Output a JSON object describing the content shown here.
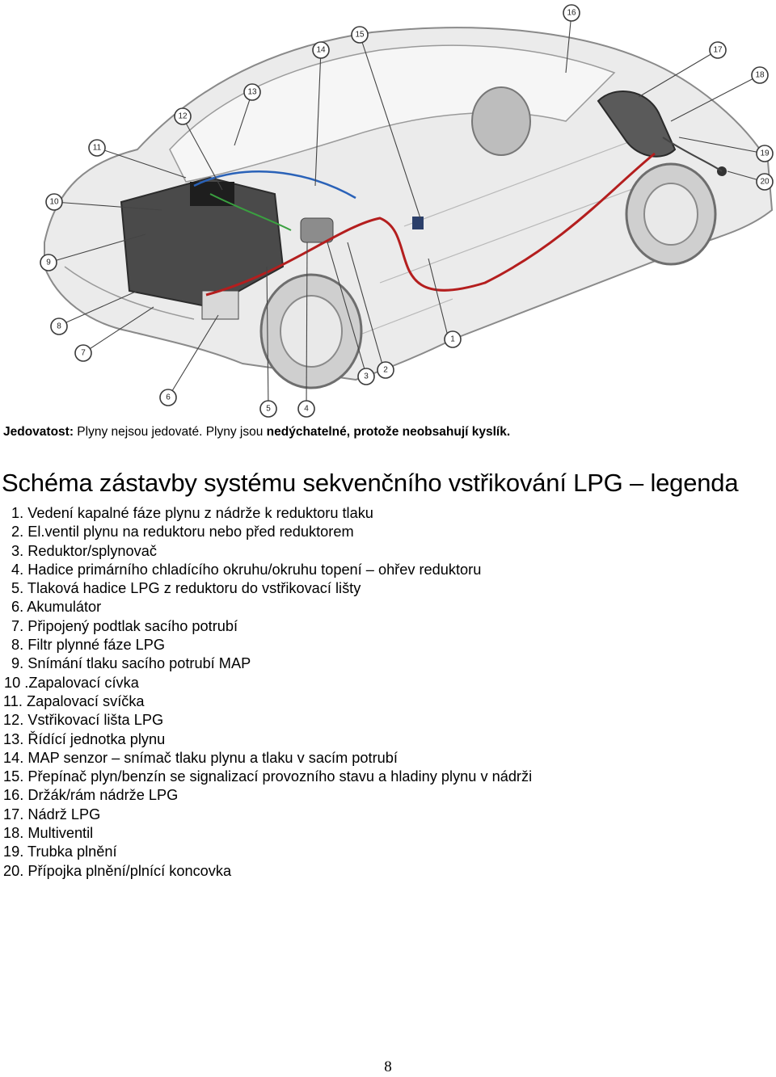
{
  "figure": {
    "callouts": [
      "1",
      "2",
      "3",
      "4",
      "5",
      "6",
      "7",
      "8",
      "9",
      "10",
      "11",
      "12",
      "13",
      "14",
      "15",
      "16",
      "17",
      "18",
      "19",
      "20"
    ]
  },
  "toxicity": {
    "label": "Jedovatost:",
    "text1": " Plyny nejsou jedovaté. Plyny jsou ",
    "bold": "nedýchatelné, protože neobsahují kyslík."
  },
  "heading": "Schéma zástavby systému sekvenčního vstřikování LPG – legenda",
  "legend": [
    "1. Vedení kapalné fáze plynu z nádrže k reduktoru tlaku",
    "2. El.ventil plynu na reduktoru nebo před reduktorem",
    "3. Reduktor/splynovač",
    "4. Hadice primárního chladícího okruhu/okruhu topení – ohřev reduktoru",
    "5. Tlaková hadice LPG z reduktoru do vstřikovací lišty",
    "6. Akumulátor",
    "7. Připojený podtlak sacího potrubí",
    "8. Filtr plynné fáze LPG",
    "9. Snímání tlaku sacího potrubí MAP",
    "10 .Zapalovací cívka",
    "11. Zapalovací svíčka",
    "12. Vstřikovací lišta LPG",
    "13. Řídící jednotka plynu",
    "14. MAP senzor – snímač tlaku plynu a tlaku v sacím potrubí",
    "15. Přepínač plyn/benzín se signalizací provozního stavu a hladiny plynu v nádrži",
    "16. Držák/rám nádrže LPG",
    "17. Nádrž LPG",
    "18. Multiventil",
    "19. Trubka plnění",
    "20. Přípojka plnění/plnící koncovka"
  ],
  "page_number": "8"
}
